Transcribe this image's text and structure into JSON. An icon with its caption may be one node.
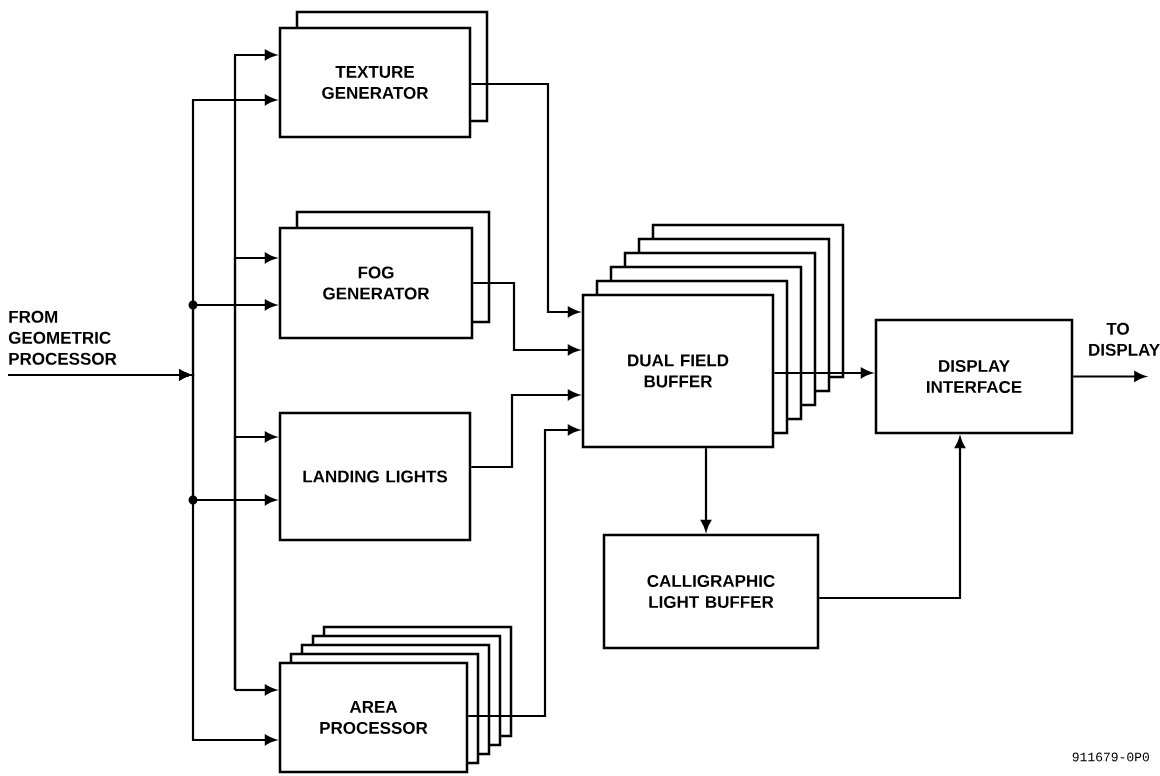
{
  "diagram": {
    "nodes": [
      {
        "text": [
          "FROM GEOMETRIC PROCESSOR"
        ]
      },
      {
        "text": [
          "TEXTURE GENERATOR"
        ]
      },
      {
        "text": [
          "FOG GENERATOR"
        ]
      },
      {
        "text": [
          "LANDING LIGHTS"
        ]
      },
      {
        "text": [
          "AREA PROCESSOR"
        ]
      },
      {
        "text": [
          "DUAL FIELD BUFFER"
        ]
      },
      {
        "text": [
          "DISPLAY INTERFACE"
        ]
      },
      {
        "text": [
          "CALLIGRAPHIC LIGHT BUFFER"
        ]
      },
      {
        "text": [
          "TO DISPLAY"
        ]
      }
    ],
    "edges": [
      {
        "from": 0,
        "to": 1,
        "arrow": "to"
      },
      {
        "from": 0,
        "to": 2,
        "arrow": "to"
      },
      {
        "from": 0,
        "to": 3,
        "arrow": "to"
      },
      {
        "from": 0,
        "to": 4,
        "arrow": "to"
      },
      {
        "from": null,
        "to": 1,
        "arrow": "to"
      },
      {
        "from": null,
        "to": 2,
        "arrow": "to"
      },
      {
        "from": null,
        "to": 3,
        "arrow": "to"
      },
      {
        "from": null,
        "to": 4,
        "arrow": "to"
      },
      {
        "from": 1,
        "to": 5,
        "arrow": "to"
      },
      {
        "from": 2,
        "to": 5,
        "arrow": "to"
      },
      {
        "from": 3,
        "to": 5,
        "arrow": "to"
      },
      {
        "from": 4,
        "to": 5,
        "arrow": "to"
      },
      {
        "from": 5,
        "to": 6,
        "arrow": "to"
      },
      {
        "from": 5,
        "to": 7,
        "arrow": "to"
      },
      {
        "from": 7,
        "to": 6,
        "arrow": "to"
      },
      {
        "from": 6,
        "to": 8,
        "arrow": "to"
      }
    ],
    "labels": [
      "911679-0P0"
    ]
  }
}
